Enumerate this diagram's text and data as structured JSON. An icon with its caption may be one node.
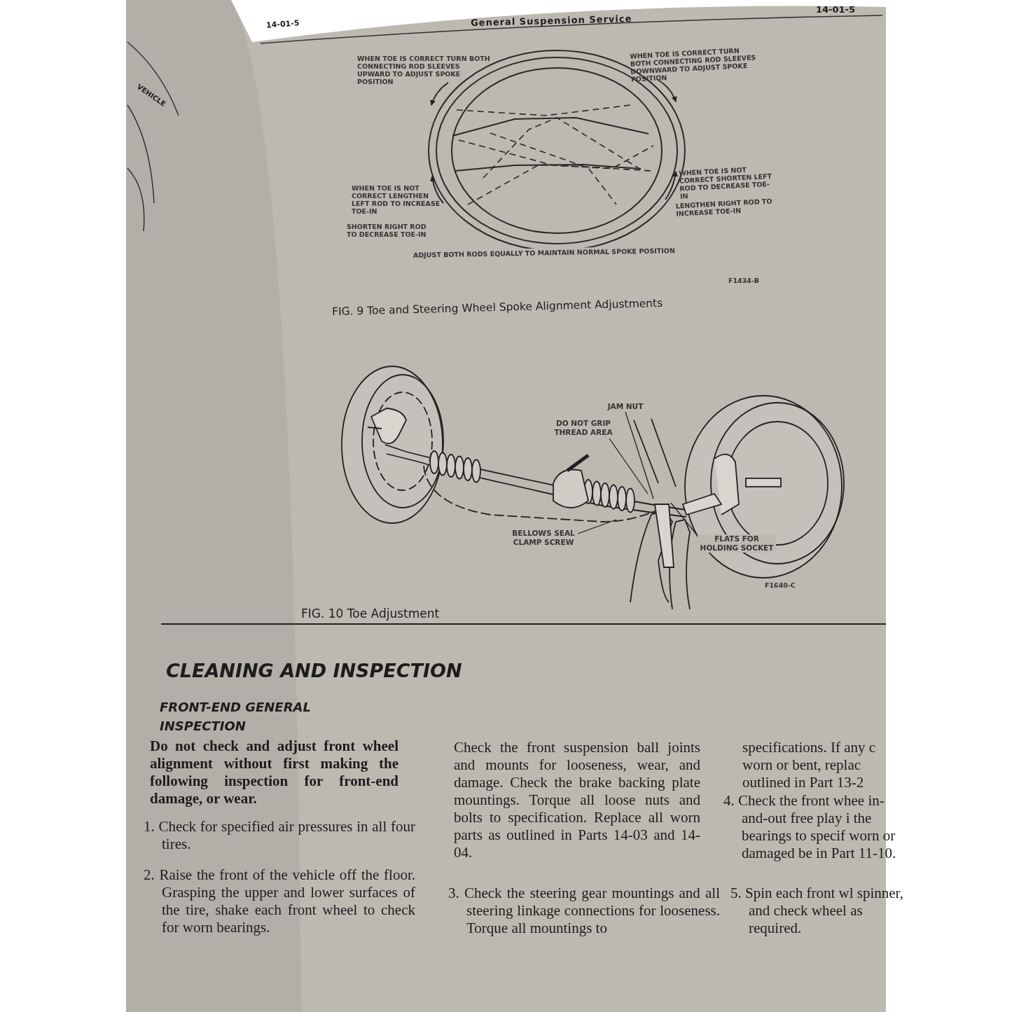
{
  "diagram": {
    "nodes": [
      {
        "text": [
          "JAM NUT"
        ]
      },
      {
        "text": [
          "DO NOT GRIP THREAD AREA"
        ]
      },
      {
        "text": [
          "BELLOWS SEAL CLAMP SCREW"
        ]
      },
      {
        "text": [
          "FLATS FOR HOLDING SOCKET"
        ]
      }
    ],
    "edges": [
      {
        "from": 0,
        "to": null,
        "arrow": "none"
      },
      {
        "from": 1,
        "to": null,
        "arrow": "none"
      },
      {
        "from": 2,
        "to": null,
        "arrow": "none"
      },
      {
        "from": 3,
        "to": null,
        "arrow": "none"
      }
    ],
    "labels": [
      "14-01-5",
      "General Suspension Service",
      "14-01-5",
      "VEHICLE",
      "WHEN TOE IS CORRECT TURN BOTH CONNECTING ROD SLEEVES UPWARD TO ADJUST SPOKE POSITION",
      "WHEN TOE IS CORRECT TURN BOTH CONNECTING ROD SLEEVES DOWNWARD TO ADJUST SPOKE POSITION",
      "WHEN TOE IS NOT CORRECT SHORTEN LEFT ROD TO DECREASE TOE-IN",
      "LENGTHEN RIGHT ROD TO INCREASE TOE-IN",
      "WHEN TOE IS NOT CORRECT LENGTHEN LEFT ROD TO INCREASE TOE-IN",
      "SHORTEN RIGHT ROD TO DECREASE TOE-IN",
      "ADJUST BOTH RODS EQUALLY TO MAINTAIN NORMAL SPOKE POSITION",
      "F1434-B",
      "FIG. 9 Toe and Steering Wheel Spoke Alignment Adjustments",
      "F1640-C",
      "FIG. 10 Toe Adjustment",
      "CLEANING AND INSPECTION",
      "FRONT-END GENERAL INSPECTION",
      "Do not check and adjust front wheel alignment without first making the following inspection for front-end damage, or wear.",
      "1. Check for specified air pressures in all four tires.",
      "2. Raise the front of the vehicle off the floor. Grasping the upper and lower surfaces of the tire, shake each front wheel to check for worn bearings.",
      "Check the front suspension ball joints and mounts for looseness, wear, and damage. Check the brake backing plate mountings. Torque all loose nuts and bolts to specification. Replace all worn parts as outlined in Parts 14-03 and 14-04.",
      "3. Check the steering gear mountings and all steering linkage connections for looseness. Torque all mountings to",
      "specifications. If any c worn or bent, replac outlined in Part 13-2",
      "4. Check the front whee in-and-out free play i the bearings to specif worn or damaged be in Part 11-10.",
      "5. Spin each front wl spinner, and check wheel as required."
    ]
  }
}
